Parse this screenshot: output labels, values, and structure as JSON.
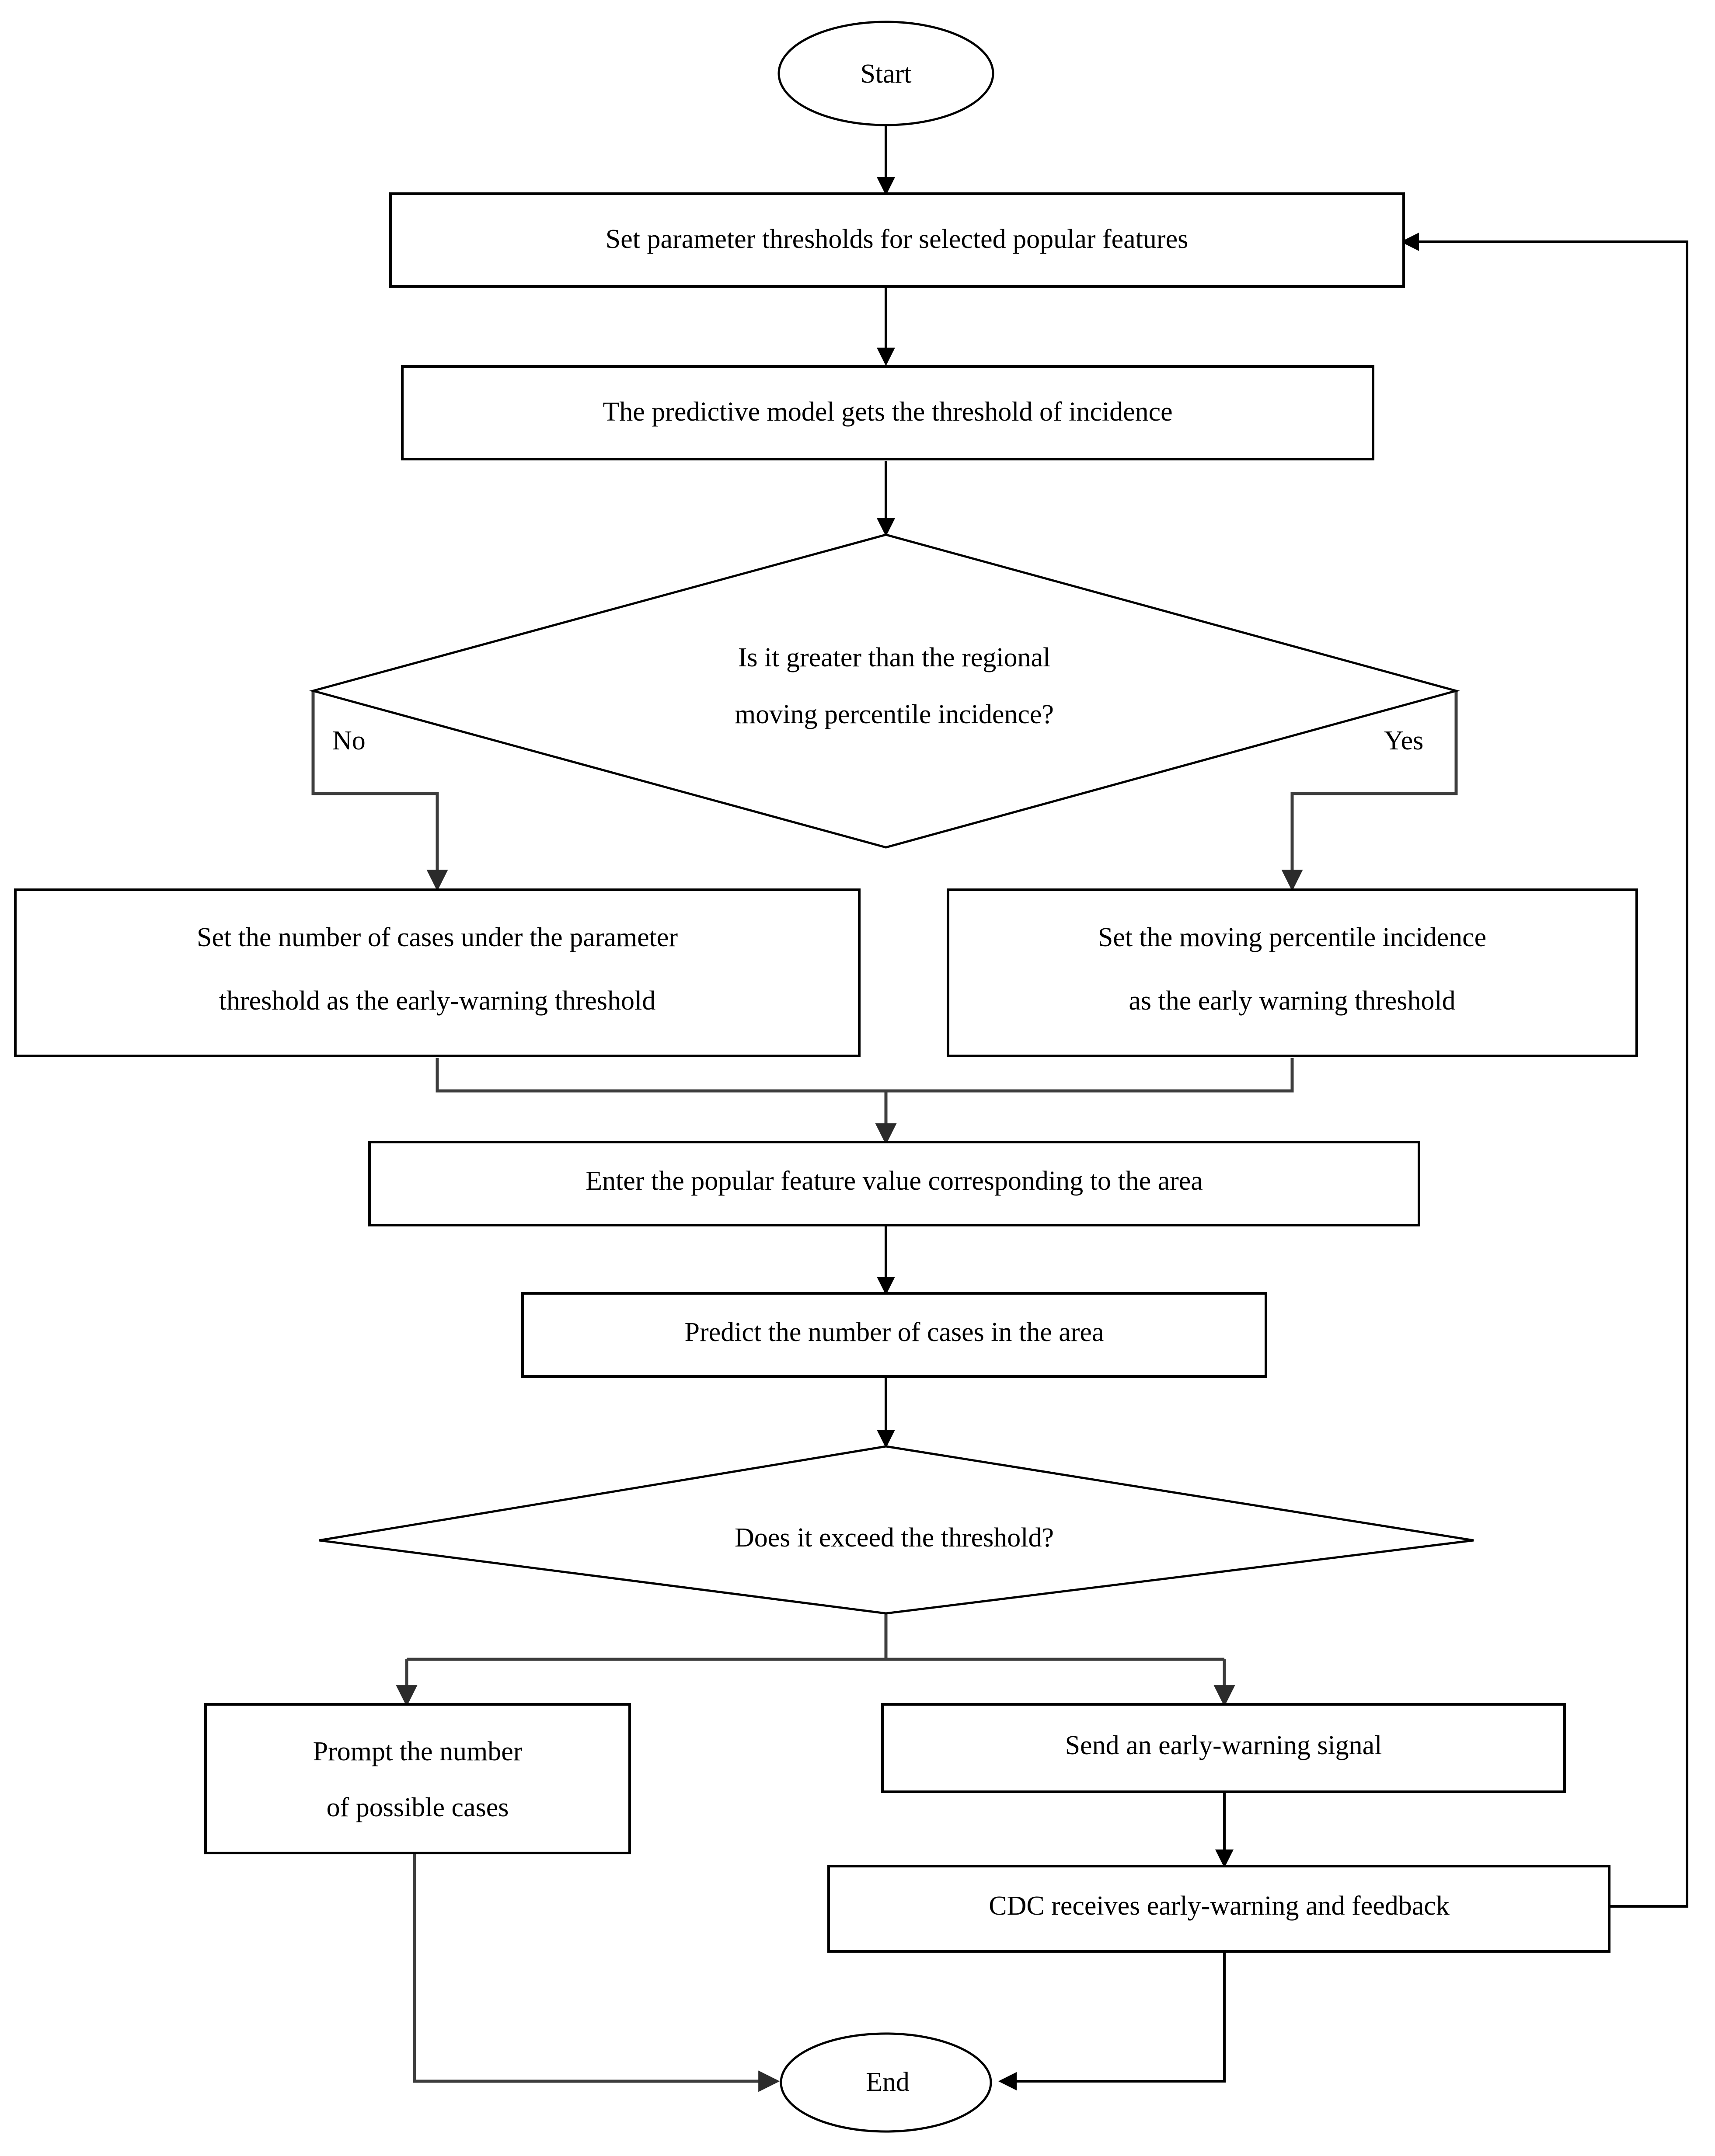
{
  "diagram": {
    "title": "Early-warning prediction flowchart",
    "colors": {
      "background": "#ffffff",
      "stroke": "#000000",
      "connector": "#3d3d3d",
      "text": "#000000"
    },
    "nodes": {
      "start": {
        "label": "Start",
        "shape": "ellipse"
      },
      "set_thresholds": {
        "label": "Set parameter thresholds for selected popular features",
        "shape": "rectangle"
      },
      "predictive_model": {
        "label": "The predictive model gets the threshold of incidence",
        "shape": "rectangle"
      },
      "decision_greater": {
        "shape": "diamond",
        "line1": "Is it greater than the regional",
        "line2": "moving percentile incidence?"
      },
      "branch_no_label": "No",
      "branch_yes_label": "Yes",
      "set_cases_under": {
        "shape": "rectangle",
        "line1": "Set the number of cases under the parameter",
        "line2": "threshold as the early-warning threshold"
      },
      "set_moving_percentile": {
        "shape": "rectangle",
        "line1": "Set the moving percentile incidence",
        "line2": "as the early warning threshold"
      },
      "enter_feature_value": {
        "label": "Enter the popular feature value corresponding to the area",
        "shape": "rectangle"
      },
      "predict_cases": {
        "label": "Predict the number of cases in the area",
        "shape": "rectangle"
      },
      "decision_exceed": {
        "label": "Does it exceed the threshold?",
        "shape": "diamond"
      },
      "prompt_possible_cases": {
        "shape": "rectangle",
        "line1": "Prompt the number",
        "line2": "of possible cases"
      },
      "send_signal": {
        "label": "Send an early-warning signal",
        "shape": "rectangle"
      },
      "cdc_feedback": {
        "label": "CDC receives early-warning and feedback",
        "shape": "rectangle"
      },
      "end": {
        "label": "End",
        "shape": "ellipse"
      }
    },
    "edges": [
      {
        "from": "start",
        "to": "set_thresholds",
        "label": ""
      },
      {
        "from": "set_thresholds",
        "to": "predictive_model",
        "label": ""
      },
      {
        "from": "predictive_model",
        "to": "decision_greater",
        "label": ""
      },
      {
        "from": "decision_greater",
        "to": "set_cases_under",
        "label": "No"
      },
      {
        "from": "decision_greater",
        "to": "set_moving_percentile",
        "label": "Yes"
      },
      {
        "from": "set_cases_under",
        "to": "enter_feature_value",
        "label": ""
      },
      {
        "from": "set_moving_percentile",
        "to": "enter_feature_value",
        "label": ""
      },
      {
        "from": "enter_feature_value",
        "to": "predict_cases",
        "label": ""
      },
      {
        "from": "predict_cases",
        "to": "decision_exceed",
        "label": ""
      },
      {
        "from": "decision_exceed",
        "to": "prompt_possible_cases",
        "label": ""
      },
      {
        "from": "decision_exceed",
        "to": "send_signal",
        "label": ""
      },
      {
        "from": "send_signal",
        "to": "cdc_feedback",
        "label": ""
      },
      {
        "from": "cdc_feedback",
        "to": "end",
        "label": ""
      },
      {
        "from": "prompt_possible_cases",
        "to": "end",
        "label": ""
      },
      {
        "from": "cdc_feedback",
        "to": "set_thresholds",
        "label": ""
      }
    ]
  }
}
